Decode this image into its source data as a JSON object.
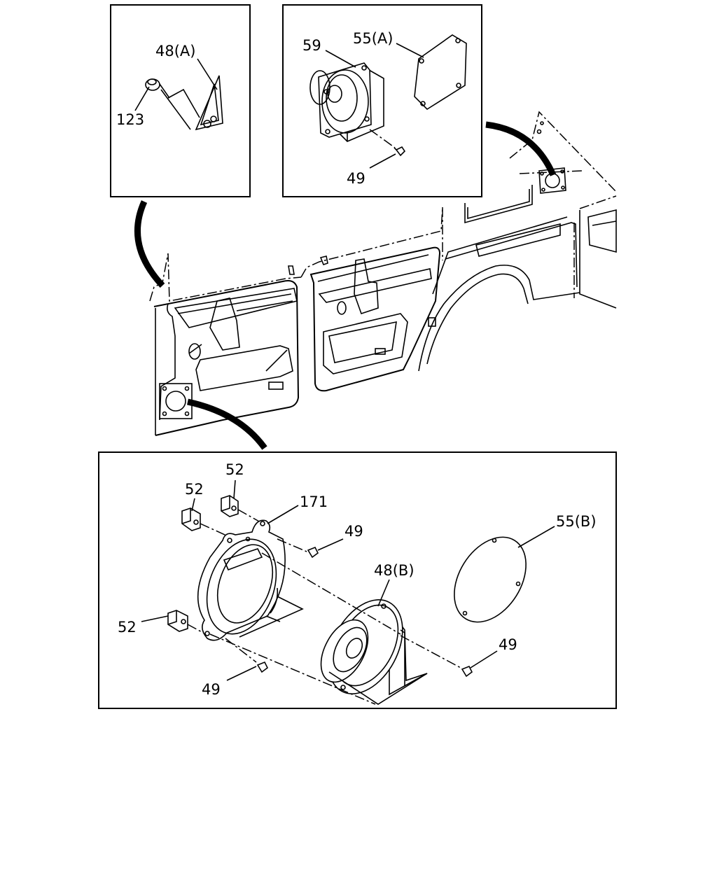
{
  "callouts": {
    "part_48a": "48(A)",
    "part_123": "123",
    "part_59": "59",
    "part_55a": "55(A)",
    "part_49_top": "49",
    "part_52_a": "52",
    "part_52_b": "52",
    "part_52_c": "52",
    "part_171": "171",
    "part_49_b": "49",
    "part_48b": "48(B)",
    "part_55b": "55(B)",
    "part_49_c": "49",
    "part_49_d": "49"
  }
}
